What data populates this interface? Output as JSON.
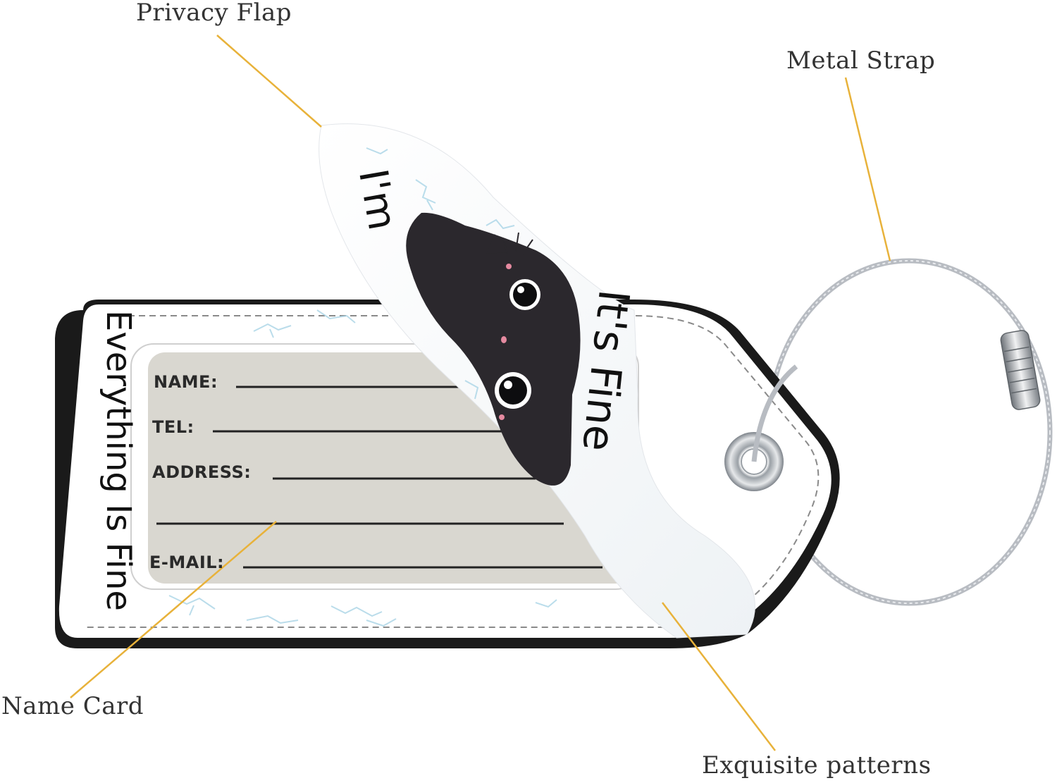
{
  "callouts": {
    "privacy_flap": "Privacy Flap",
    "metal_strap": "Metal Strap",
    "name_card": "Name Card",
    "exquisite_patterns": "Exquisite patterns"
  },
  "name_card_fields": {
    "name": "NAME:",
    "tel": "TEL:",
    "address": "ADDRESS:",
    "email": "E-MAIL:"
  },
  "printed_text": {
    "side": "Everything Is Fine",
    "flap_top": "I'm",
    "flap_main": "It's Fine"
  },
  "colors": {
    "leader_line": "#E8B23A",
    "leather_edge": "#1a1a1a",
    "card_window": "#d9d7d0",
    "marble_vein": "#a9d4e6",
    "cat_body": "#2b282d",
    "cable": "#b8bcc2"
  }
}
